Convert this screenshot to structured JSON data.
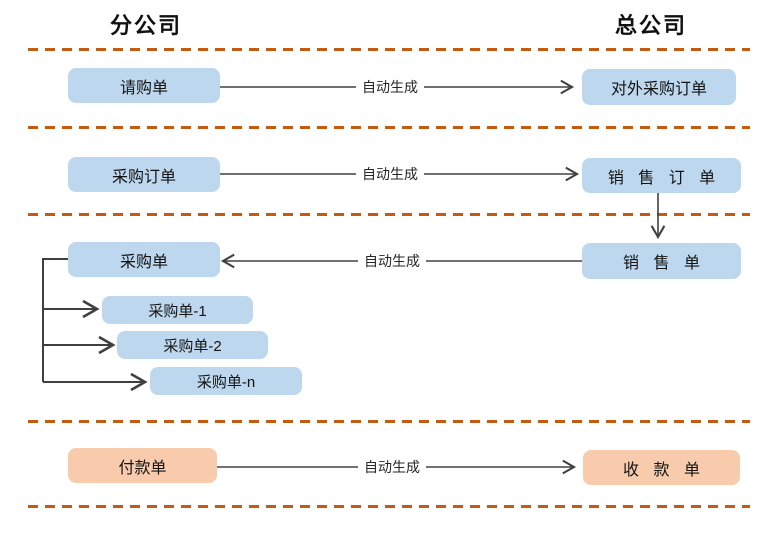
{
  "headers": {
    "branch": "分公司",
    "headquarters": "总公司"
  },
  "nodes": {
    "purchase_request": {
      "label": "请购单",
      "type": "blue"
    },
    "external_purchase_order": {
      "label": "对外采购订单",
      "type": "blue"
    },
    "purchase_order": {
      "label": "采购订单",
      "type": "blue"
    },
    "sales_order": {
      "label": "销 售 订 单",
      "type": "blue"
    },
    "purchase_doc": {
      "label": "采购单",
      "type": "blue"
    },
    "sales_doc": {
      "label": "销 售 单",
      "type": "blue"
    },
    "purchase_doc_1": {
      "label": "采购单-1",
      "type": "blue"
    },
    "purchase_doc_2": {
      "label": "采购单-2",
      "type": "blue"
    },
    "purchase_doc_n": {
      "label": "采购单-n",
      "type": "blue"
    },
    "payment_doc": {
      "label": "付款单",
      "type": "orange"
    },
    "receipt_doc": {
      "label": "收 款 单",
      "type": "orange"
    }
  },
  "connectors": {
    "request_to_external": {
      "label": "自动生成"
    },
    "po_to_sales_order": {
      "label": "自动生成"
    },
    "sales_doc_to_purchase_doc": {
      "label": "自动生成"
    },
    "payment_to_receipt": {
      "label": "自动生成"
    }
  },
  "colors": {
    "box_blue": "#BDD7EE",
    "box_orange": "#F8CBAD",
    "divider": "#C55A11",
    "connector": "#404040"
  }
}
